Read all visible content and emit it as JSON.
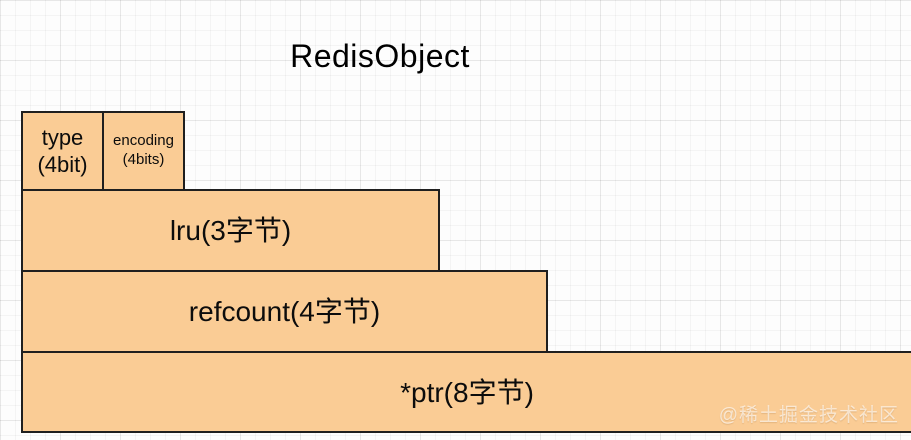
{
  "title": "RedisObject",
  "watermark": "@稀土掘金技术社区",
  "colors": {
    "box_fill": "#FACC95",
    "box_border": "#1F1F1F",
    "title": "#000000",
    "watermark": "rgba(255,255,255,0.62)"
  },
  "diagram": {
    "fields": [
      {
        "id": "type",
        "label": "type\n(4bit)"
      },
      {
        "id": "encoding",
        "label": "encoding\n(4bits)"
      },
      {
        "id": "lru",
        "label": "lru(3字节)"
      },
      {
        "id": "refcount",
        "label": "refcount(4字节)"
      },
      {
        "id": "ptr",
        "label": "*ptr(8字节)"
      }
    ]
  }
}
